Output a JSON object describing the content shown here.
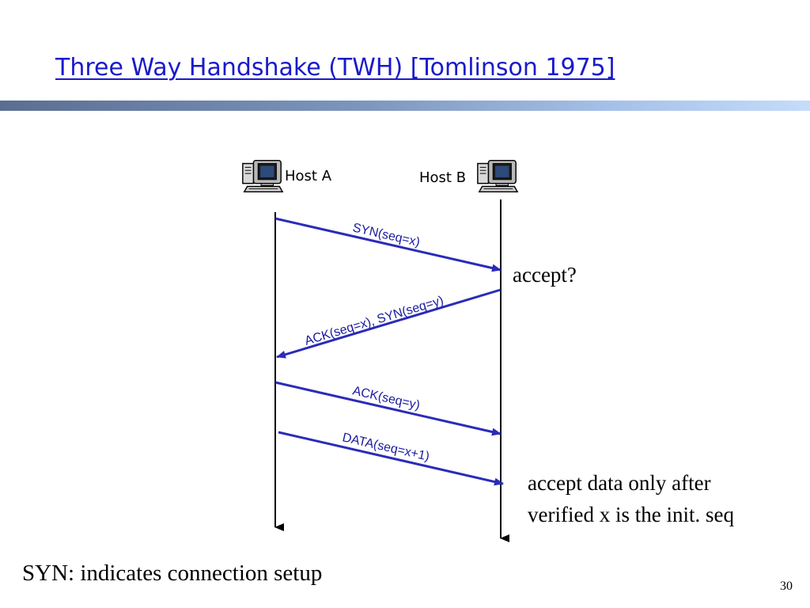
{
  "slide": {
    "title": "Three Way Handshake (TWH) [Tomlinson 1975]",
    "page_number": "30",
    "footer": "SYN: indicates connection setup"
  },
  "colors": {
    "title": "#1a1acc",
    "arrow": "#2b2bb8",
    "message_text": "#1a1aa0",
    "timeline": "#000000"
  },
  "diagram": {
    "host_a": {
      "label": "Host A",
      "icon": "computer-icon"
    },
    "host_b": {
      "label": "Host B",
      "icon": "computer-icon"
    },
    "messages": [
      {
        "label": "SYN(seq=x)",
        "direction": "A-to-B"
      },
      {
        "label": "ACK(seq=x), SYN(seq=y)",
        "direction": "B-to-A"
      },
      {
        "label": "ACK(seq=y)",
        "direction": "A-to-B"
      },
      {
        "label": "DATA(seq=x+1)",
        "direction": "A-to-B"
      }
    ],
    "notes": {
      "accept": "accept?",
      "data_line1": "accept data only after",
      "data_line2": "verified x is the init. seq"
    }
  }
}
